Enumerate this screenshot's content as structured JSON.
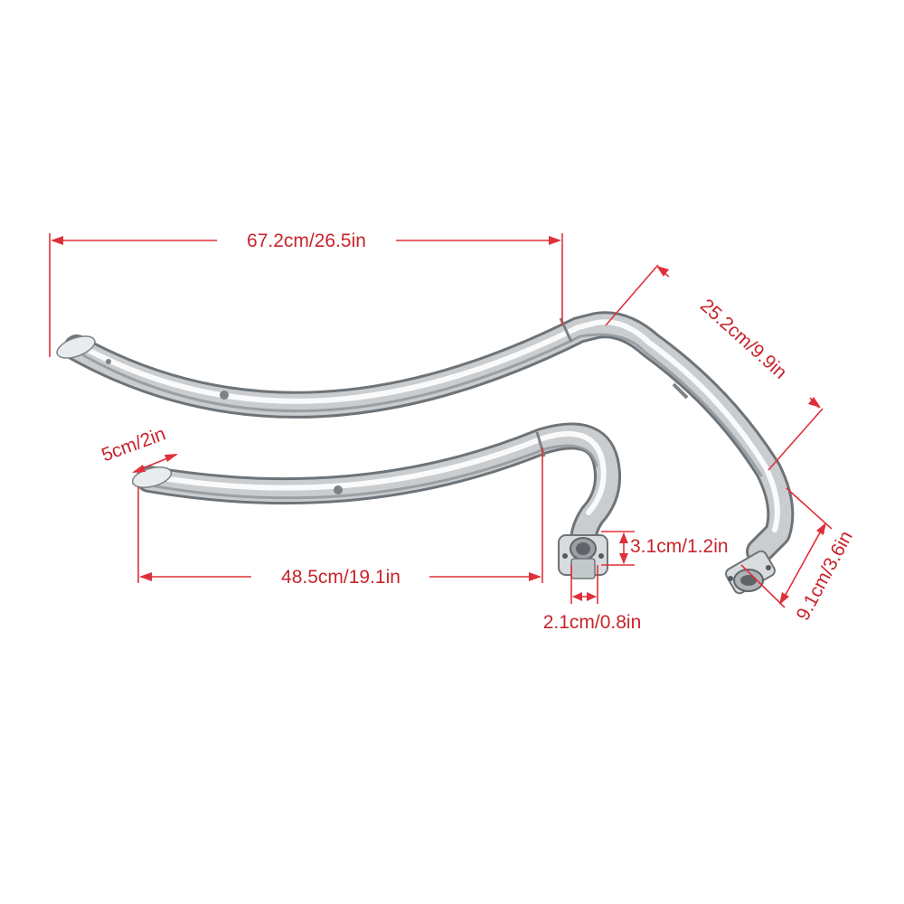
{
  "dimensions": {
    "long_pipe_length": "67.2cm/26.5in",
    "short_pipe_length": "48.5cm/19.1in",
    "tip_width": "5cm/2in",
    "upper_bend_length": "25.2cm/9.9in",
    "lower_flange_height": "3.1cm/1.2in",
    "lower_flange_width": "2.1cm/0.8in",
    "upper_flange_span": "9.1cm/3.6in"
  },
  "colors": {
    "dimension": "#e0303a",
    "chrome_dark": "#6f7478",
    "chrome_mid": "#b9bec2",
    "chrome_light": "#f4f6f7"
  }
}
